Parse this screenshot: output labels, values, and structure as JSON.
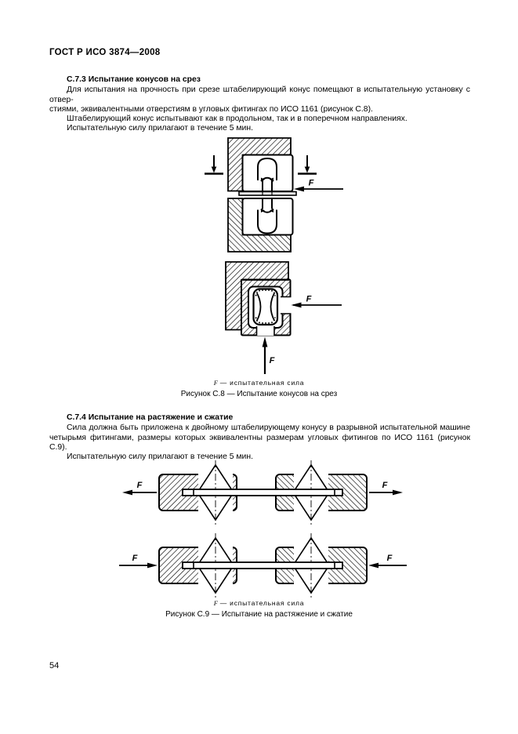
{
  "page": {
    "header": "ГОСТ Р ИСО 3874—2008",
    "page_number": "54"
  },
  "section_c73": {
    "heading": "С.7.3 Испытание конусов на срез",
    "line1": "Для испытания на прочность при срезе штабелирующий конус помещают в испытательную установку с отвер-",
    "line2": "стиями, эквивалентными отверстиям в угловых фитингах по ИСО 1161 (рисунок С.8).",
    "line3": "Штабелирующий конус испытывают как в продольном, так и в поперечном направлениях.",
    "line4": "Испытательную силу прилагают в течение 5 мин."
  },
  "figure_c8": {
    "force_label": "F",
    "legend_symbol": "F",
    "legend_text": "— испытательная сила",
    "caption": "Рисунок С.8 — Испытание конусов на срез"
  },
  "section_c74": {
    "heading": "С.7.4 Испытание на растяжение и сжатие",
    "line1": "Сила должна быть приложена к двойному штабелирующему конусу в разрывной испытательной машине",
    "line2": "четырьмя фитингами, размеры которых эквивалентны размерам угловых фитингов по ИСО 1161 (рисунок С.9).",
    "line3": "Испытательную силу прилагают в течение 5 мин."
  },
  "figure_c9": {
    "force_label": "F",
    "legend_symbol": "F",
    "legend_text": "— испытательная сила",
    "caption": "Рисунок С.9 — Испытание на растяжение и сжатие"
  }
}
